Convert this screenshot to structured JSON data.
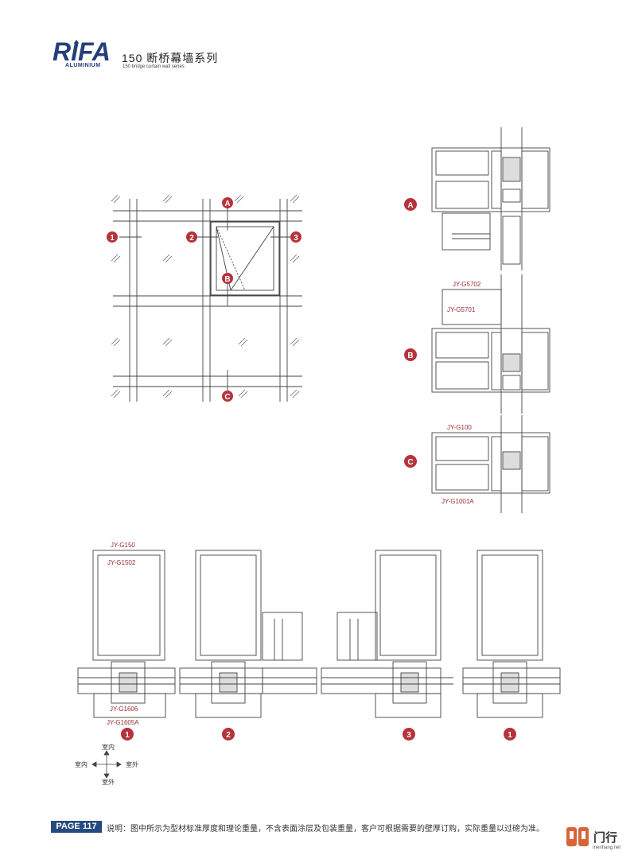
{
  "header": {
    "logo_text": "RIFA",
    "logo_sub": "ALUMINIUM",
    "series_cn": "150 断桥幕墙系列",
    "series_en": "150 bridge curtain wall series"
  },
  "elevation": {
    "markers": [
      "1",
      "2",
      "3",
      "A",
      "B",
      "C"
    ]
  },
  "sections_right": {
    "markers": [
      "A",
      "B",
      "C"
    ],
    "labels": [
      "JY-G5702",
      "JY-G5701",
      "JY-G100",
      "JY-G1001A"
    ]
  },
  "sections_bottom": {
    "labels": [
      "JY-G150",
      "JY-G1502",
      "JY-G1606",
      "JY-G1605A"
    ],
    "markers": [
      "1",
      "2",
      "3",
      "1"
    ]
  },
  "compass": {
    "top": "室内",
    "left": "室内",
    "right": "室外",
    "bottom": "室外"
  },
  "footer": {
    "page": "PAGE 117",
    "note": "说明：图中所示为型材标准厚度和理论重量，不含表面涂层及包装重量，客户可根据需要的壁厚订购，实际重量以过磅为准。",
    "watermark_cn": "门行",
    "watermark_en": "menhang.net"
  },
  "colors": {
    "marker": "#b5333a",
    "brand": "#24407a",
    "label": "#9a2a30"
  }
}
